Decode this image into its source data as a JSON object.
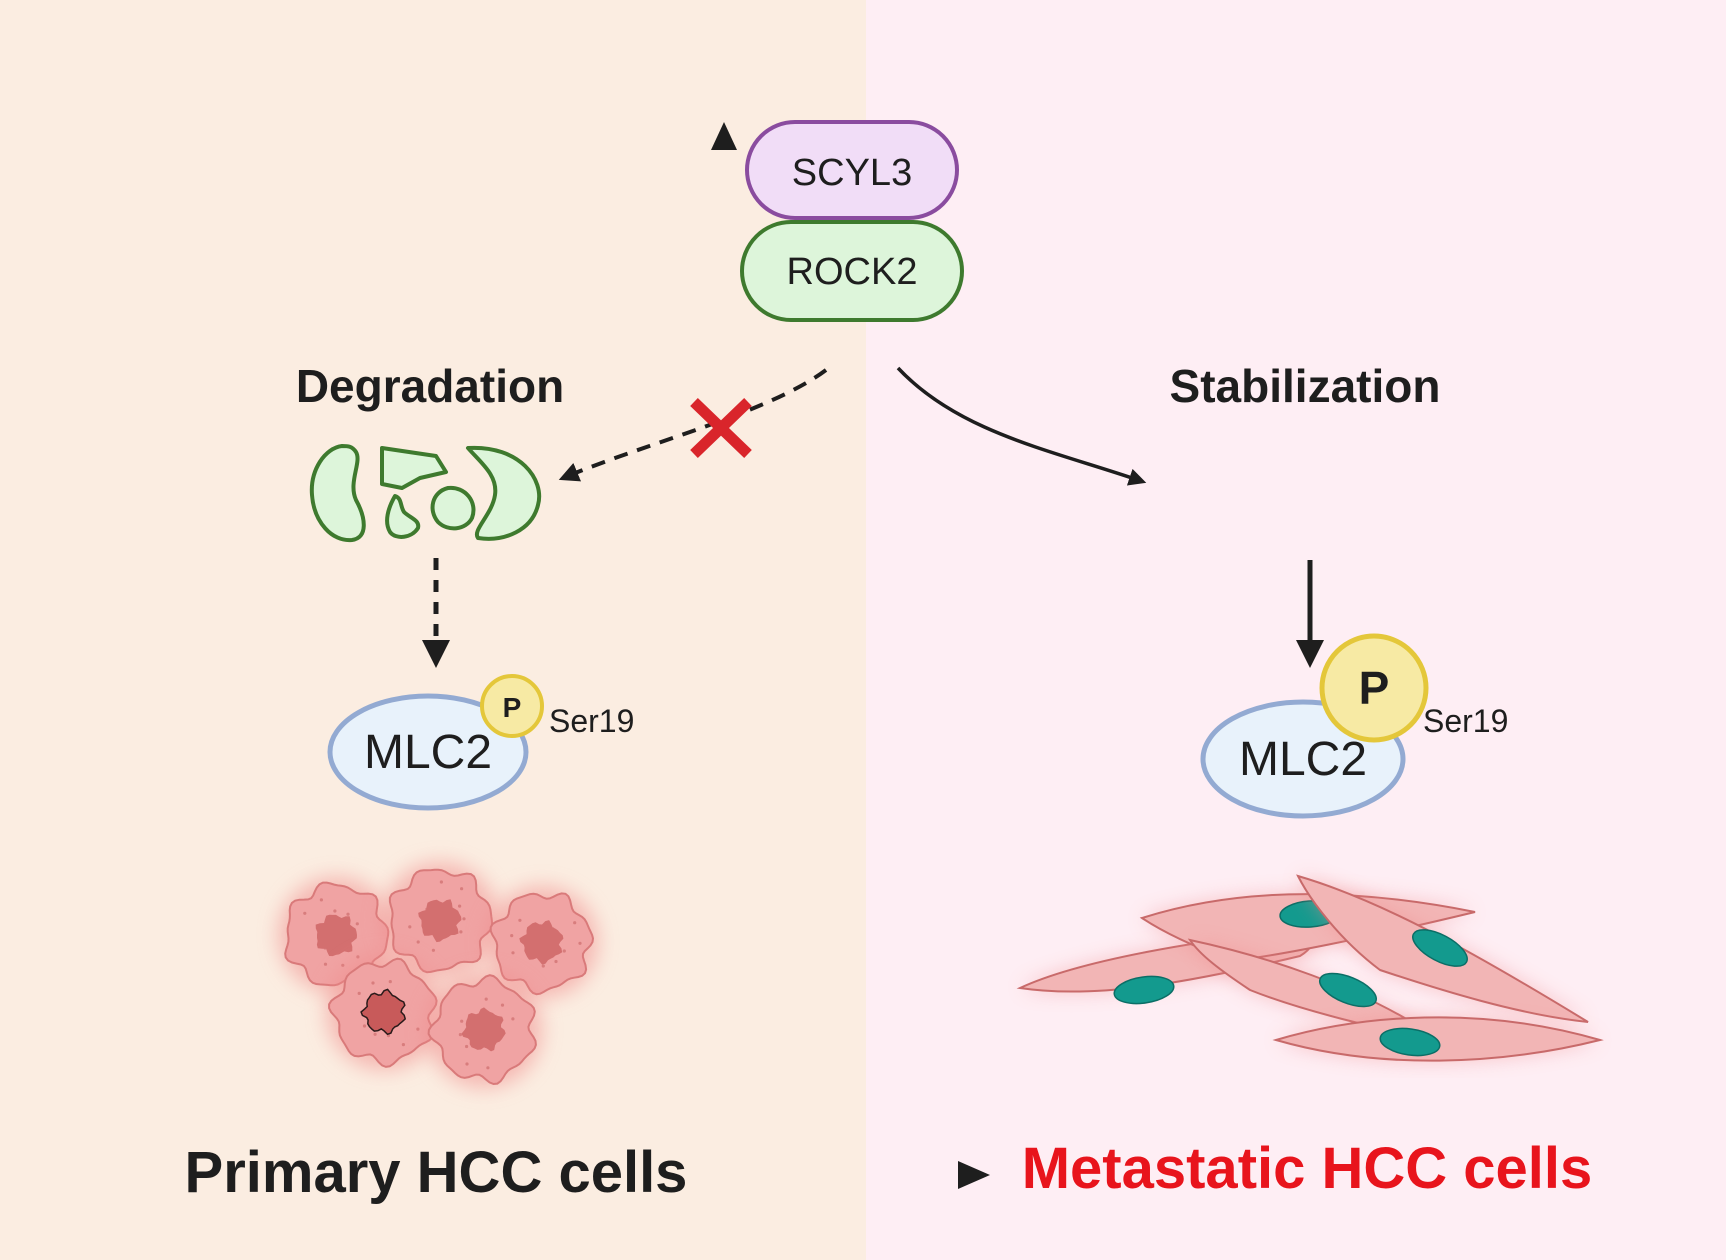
{
  "proteins": {
    "scyl3": "SCYL3",
    "rock2": "ROCK2"
  },
  "left": {
    "pathway_label": "Degradation",
    "protein": "MLC2",
    "phospho": "P",
    "site": "Ser19",
    "cells_label": "Primary HCC cells"
  },
  "right": {
    "pathway_label": "Stabilization",
    "protein": "MLC2",
    "phospho": "P",
    "site": "Ser19",
    "cells_label": "Metastatic HCC cells"
  },
  "colors": {
    "left_bg": "#FBEDE1",
    "right_bg": "#FEEEF4",
    "scyl3_fill": "#F1DDF7",
    "scyl3_stroke": "#8A4C9F",
    "rock2_fill": "#DDF5DA",
    "rock2_stroke": "#3E7A2E",
    "mlc2_fill": "#E8F2FB",
    "mlc2_stroke": "#93AAD2",
    "phospho_fill": "#F7EAA4",
    "phospho_stroke": "#E4C73A",
    "inhibit": "#D9252B",
    "metastatic_text": "#E8141C",
    "cell_fill": "#F0A3A3",
    "nucleus_teal": "#139A8E"
  }
}
